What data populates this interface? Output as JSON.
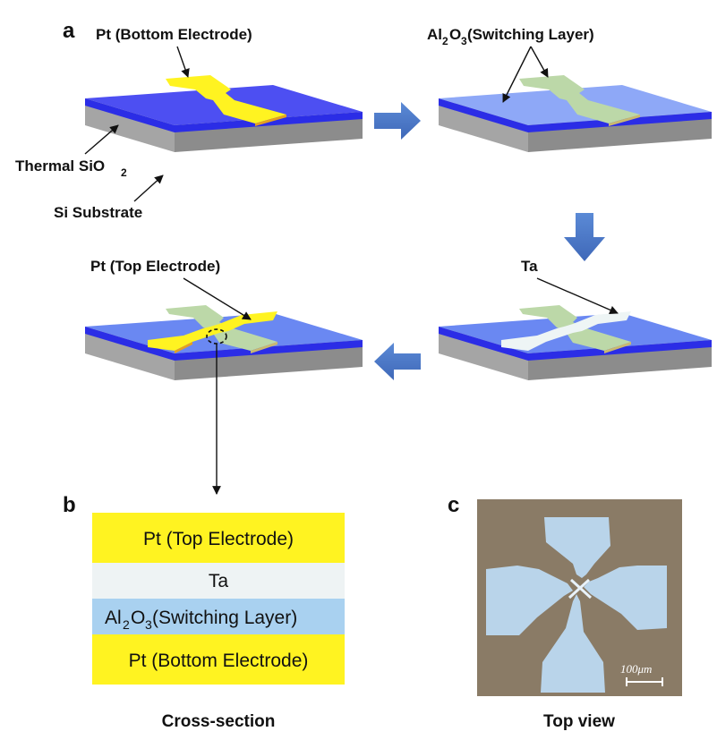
{
  "panels": {
    "a": "a",
    "b": "b",
    "c": "c"
  },
  "labels": {
    "pt_bottom": "Pt (Bottom Electrode)",
    "al2o3_main": "Al",
    "al2o3_sub1": "2",
    "al2o3_mid": "O",
    "al2o3_sub2": "3",
    "al2o3_rest": " (Switching Layer)",
    "thermal_main": "Thermal SiO",
    "thermal_sub": "2",
    "si_substrate": "Si Substrate",
    "pt_top": "Pt (Top Electrode)",
    "ta": "Ta"
  },
  "cross_section": {
    "caption": "Cross-section",
    "layers": {
      "pt_top": "Pt (Top Electrode)",
      "ta": "Ta",
      "al_main": "Al",
      "al_sub1": "2",
      "al_mid": "O",
      "al_sub2": "3",
      "al_rest": " (Switching Layer)",
      "pt_bottom": "Pt (Bottom Electrode)"
    },
    "colors": {
      "pt": "#fff321",
      "ta": "#eef3f4",
      "al2o3": "#a9d1f0"
    }
  },
  "top_view": {
    "caption": "Top view",
    "scale_bar": "100μm"
  },
  "colors": {
    "substrate_blue": "#4d4ff2",
    "al2o3_film": "#8ea8f7",
    "pt_yellow": "#fff321",
    "al2o3_pad": "#bcd8a8",
    "ta_pad": "#eef5f5",
    "arrow_blue": "#4a78c8"
  }
}
